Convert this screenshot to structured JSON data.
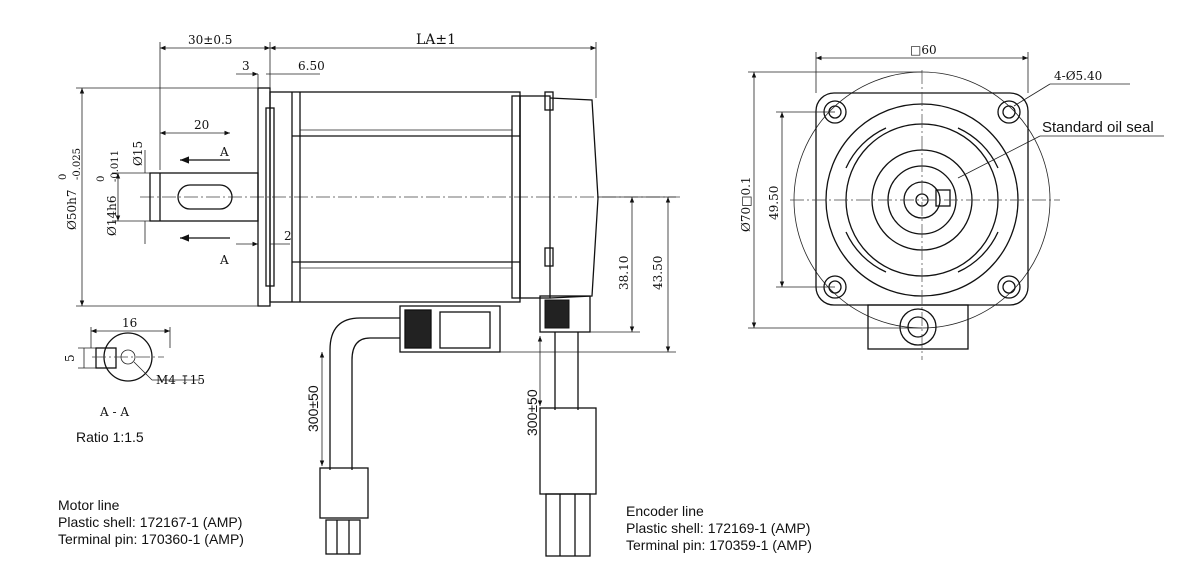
{
  "dimensions": {
    "shaft_offset": "30±0.5",
    "body_length": "LA±1",
    "step_3": "3",
    "flange_6_50": "6.50",
    "key_length": "20",
    "shaft_dia_15": "Ø15",
    "flange_dia": "Ø50h7",
    "flange_tol_upper": "0",
    "flange_tol_lower": "-0.025",
    "shaft_dia": "Ø14h6",
    "shaft_tol_upper": "0",
    "shaft_tol_lower": "-0.011",
    "gap_2": "2",
    "height_38_10": "38.10",
    "height_43_50": "43.50",
    "square_60": "□60",
    "holes": "4-Ø5.40",
    "bolt_circle": "Ø70□0.1",
    "center_49_50": "49.50",
    "key_width_16": "16",
    "key_depth_5": "5",
    "thread": "M4 ↧15",
    "cable_motor": "300±50",
    "cable_encoder": "300±50"
  },
  "labels": {
    "section_a_top": "A",
    "section_a_bottom": "A",
    "section_title": "A - A",
    "ratio": "Ratio 1:1.5",
    "oil_seal": "Standard oil seal"
  },
  "motor_line": {
    "title": "Motor line",
    "shell": "Plastic shell: 172167-1 (AMP)",
    "pin": "Terminal pin: 170360-1 (AMP)"
  },
  "encoder_line": {
    "title": "Encoder line",
    "shell": "Plastic shell: 172169-1 (AMP)",
    "pin": "Terminal pin: 170359-1 (AMP)"
  }
}
